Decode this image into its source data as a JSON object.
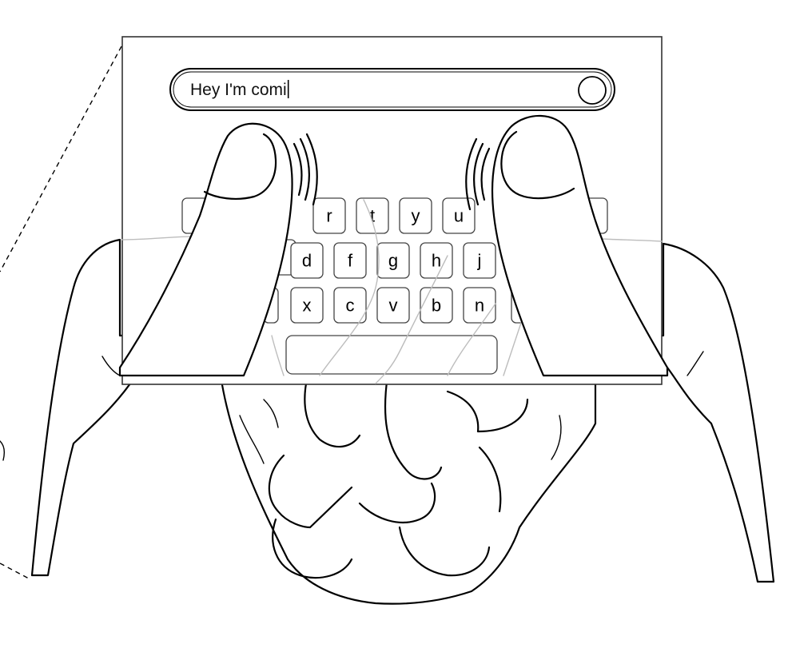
{
  "text_field": {
    "value": "Hey I'm comi",
    "send_button_icon": "circle-icon"
  },
  "keyboard": {
    "rows": [
      {
        "keys": [
          "r",
          "t",
          "y",
          "u"
        ]
      },
      {
        "keys": [
          "d",
          "f",
          "g",
          "h",
          "j"
        ]
      },
      {
        "keys": [
          "x",
          "c",
          "v",
          "b",
          "n"
        ]
      }
    ],
    "space_key_label": ""
  }
}
